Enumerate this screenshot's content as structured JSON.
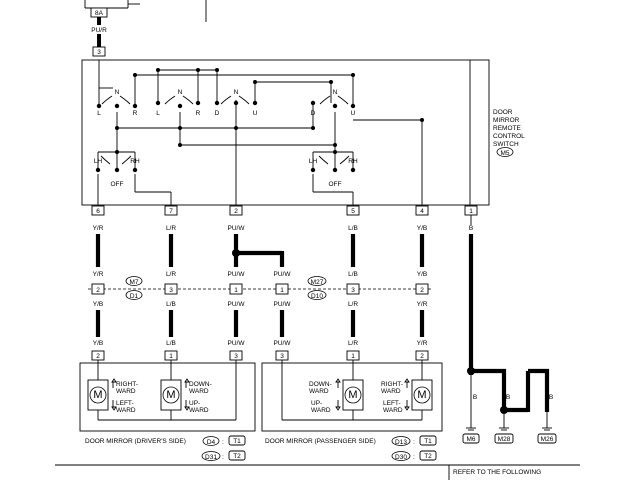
{
  "fuse": {
    "id": "8A"
  },
  "top_wire": {
    "color": "PU/R",
    "terminal": "3"
  },
  "switch": {
    "name_lines": [
      "DOOR",
      "MIRROR",
      "REMOTE",
      "CONTROL",
      "SWITCH"
    ],
    "connector": "M5",
    "contacts_left": [
      "L",
      "N",
      "R",
      "L",
      "N",
      "R"
    ],
    "contacts_mid": [
      "D",
      "N",
      "U"
    ],
    "contacts_right": [
      "D",
      "N",
      "U"
    ],
    "changeover_left": [
      "LH",
      "RH",
      "OFF"
    ],
    "changeover_right": [
      "LH",
      "RH",
      "OFF"
    ],
    "terminals": [
      "6",
      "7",
      "2",
      "5",
      "4",
      "1"
    ]
  },
  "wires_upper": [
    "Y/R",
    "L/R",
    "PU/W",
    "L/B",
    "Y/B",
    "B"
  ],
  "joint": {
    "left": {
      "connector_a": "M7",
      "connector_b": "D1"
    },
    "right": {
      "connector_a": "M27",
      "connector_b": "D10"
    },
    "pins": [
      "2",
      "3",
      "1",
      "1",
      "3",
      "2"
    ],
    "wires_top": [
      "Y/R",
      "L/R",
      "PU/W",
      "PU/W",
      "L/B",
      "Y/B"
    ],
    "wires_bottom": [
      "Y/B",
      "L/B",
      "PU/W",
      "PU/W",
      "L/R",
      "Y/R"
    ]
  },
  "mirror_pins": [
    "2",
    "1",
    "3",
    "3",
    "1",
    "2"
  ],
  "mirror_left": {
    "title": "DOOR MIRROR (DRIVER'S SIDE)",
    "connector": "D4",
    "term1": "T1",
    "connector2": "D31",
    "term2": "T2",
    "motor1": [
      "RIGHT-",
      "WARD",
      "LEFT-",
      "WARD"
    ],
    "motor2": [
      "DOWN-",
      "WARD",
      "UP-",
      "WARD"
    ]
  },
  "mirror_right": {
    "title": "DOOR MIRROR (PASSENGER SIDE)",
    "connector": "D13",
    "term1": "T1",
    "connector2": "D30",
    "term2": "T2",
    "motor1": [
      "DOWN-",
      "WARD",
      "UP-",
      "WARD"
    ],
    "motor2": [
      "RIGHT-",
      "WARD",
      "LEFT-",
      "WARD"
    ]
  },
  "motor_symbol": "M",
  "grounds": {
    "wires": [
      "B",
      "B",
      "B"
    ],
    "labels": [
      "M6",
      "M28",
      "M26"
    ]
  },
  "footer": {
    "note": "REFER TO THE FOLLOWING"
  }
}
